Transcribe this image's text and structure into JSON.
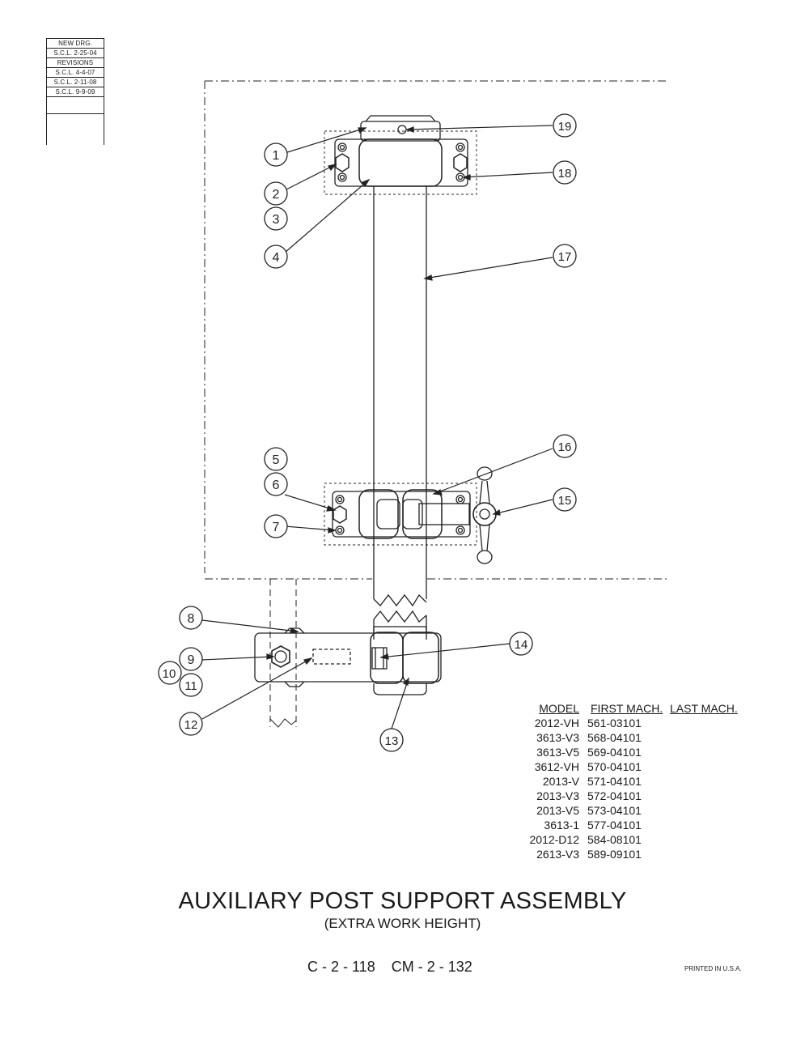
{
  "revision_block": {
    "rows": [
      "NEW DRG.",
      "S.C.L. 2-25-04",
      "REVISIONS",
      "S.C.L. 4-4-07",
      "S.C.L. 2-11-08",
      "S.C.L. 9-9-09"
    ]
  },
  "callouts": [
    "1",
    "2",
    "3",
    "4",
    "5",
    "6",
    "7",
    "8",
    "9",
    "10",
    "11",
    "12",
    "13",
    "14",
    "15",
    "16",
    "17",
    "18",
    "19"
  ],
  "model_table": {
    "headers": [
      "MODEL",
      "FIRST MACH.",
      "LAST MACH."
    ],
    "rows": [
      {
        "model": "2012-VH",
        "first": "561-03101",
        "last": ""
      },
      {
        "model": "3613-V3",
        "first": "568-04101",
        "last": ""
      },
      {
        "model": "3613-V5",
        "first": "569-04101",
        "last": ""
      },
      {
        "model": "3612-VH",
        "first": "570-04101",
        "last": ""
      },
      {
        "model": "2013-V",
        "first": "571-04101",
        "last": ""
      },
      {
        "model": "2013-V3",
        "first": "572-04101",
        "last": ""
      },
      {
        "model": "2013-V5",
        "first": "573-04101",
        "last": ""
      },
      {
        "model": "3613-1",
        "first": "577-04101",
        "last": ""
      },
      {
        "model": "2012-D12",
        "first": "584-08101",
        "last": ""
      },
      {
        "model": "2613-V3",
        "first": "589-09101",
        "last": ""
      }
    ]
  },
  "title": "AUXILIARY POST SUPPORT ASSEMBLY",
  "subtitle": "(EXTRA WORK HEIGHT)",
  "drawing_numbers": "C - 2 - 118    CM - 2 - 132",
  "printed": "PRINTED IN U.S.A."
}
